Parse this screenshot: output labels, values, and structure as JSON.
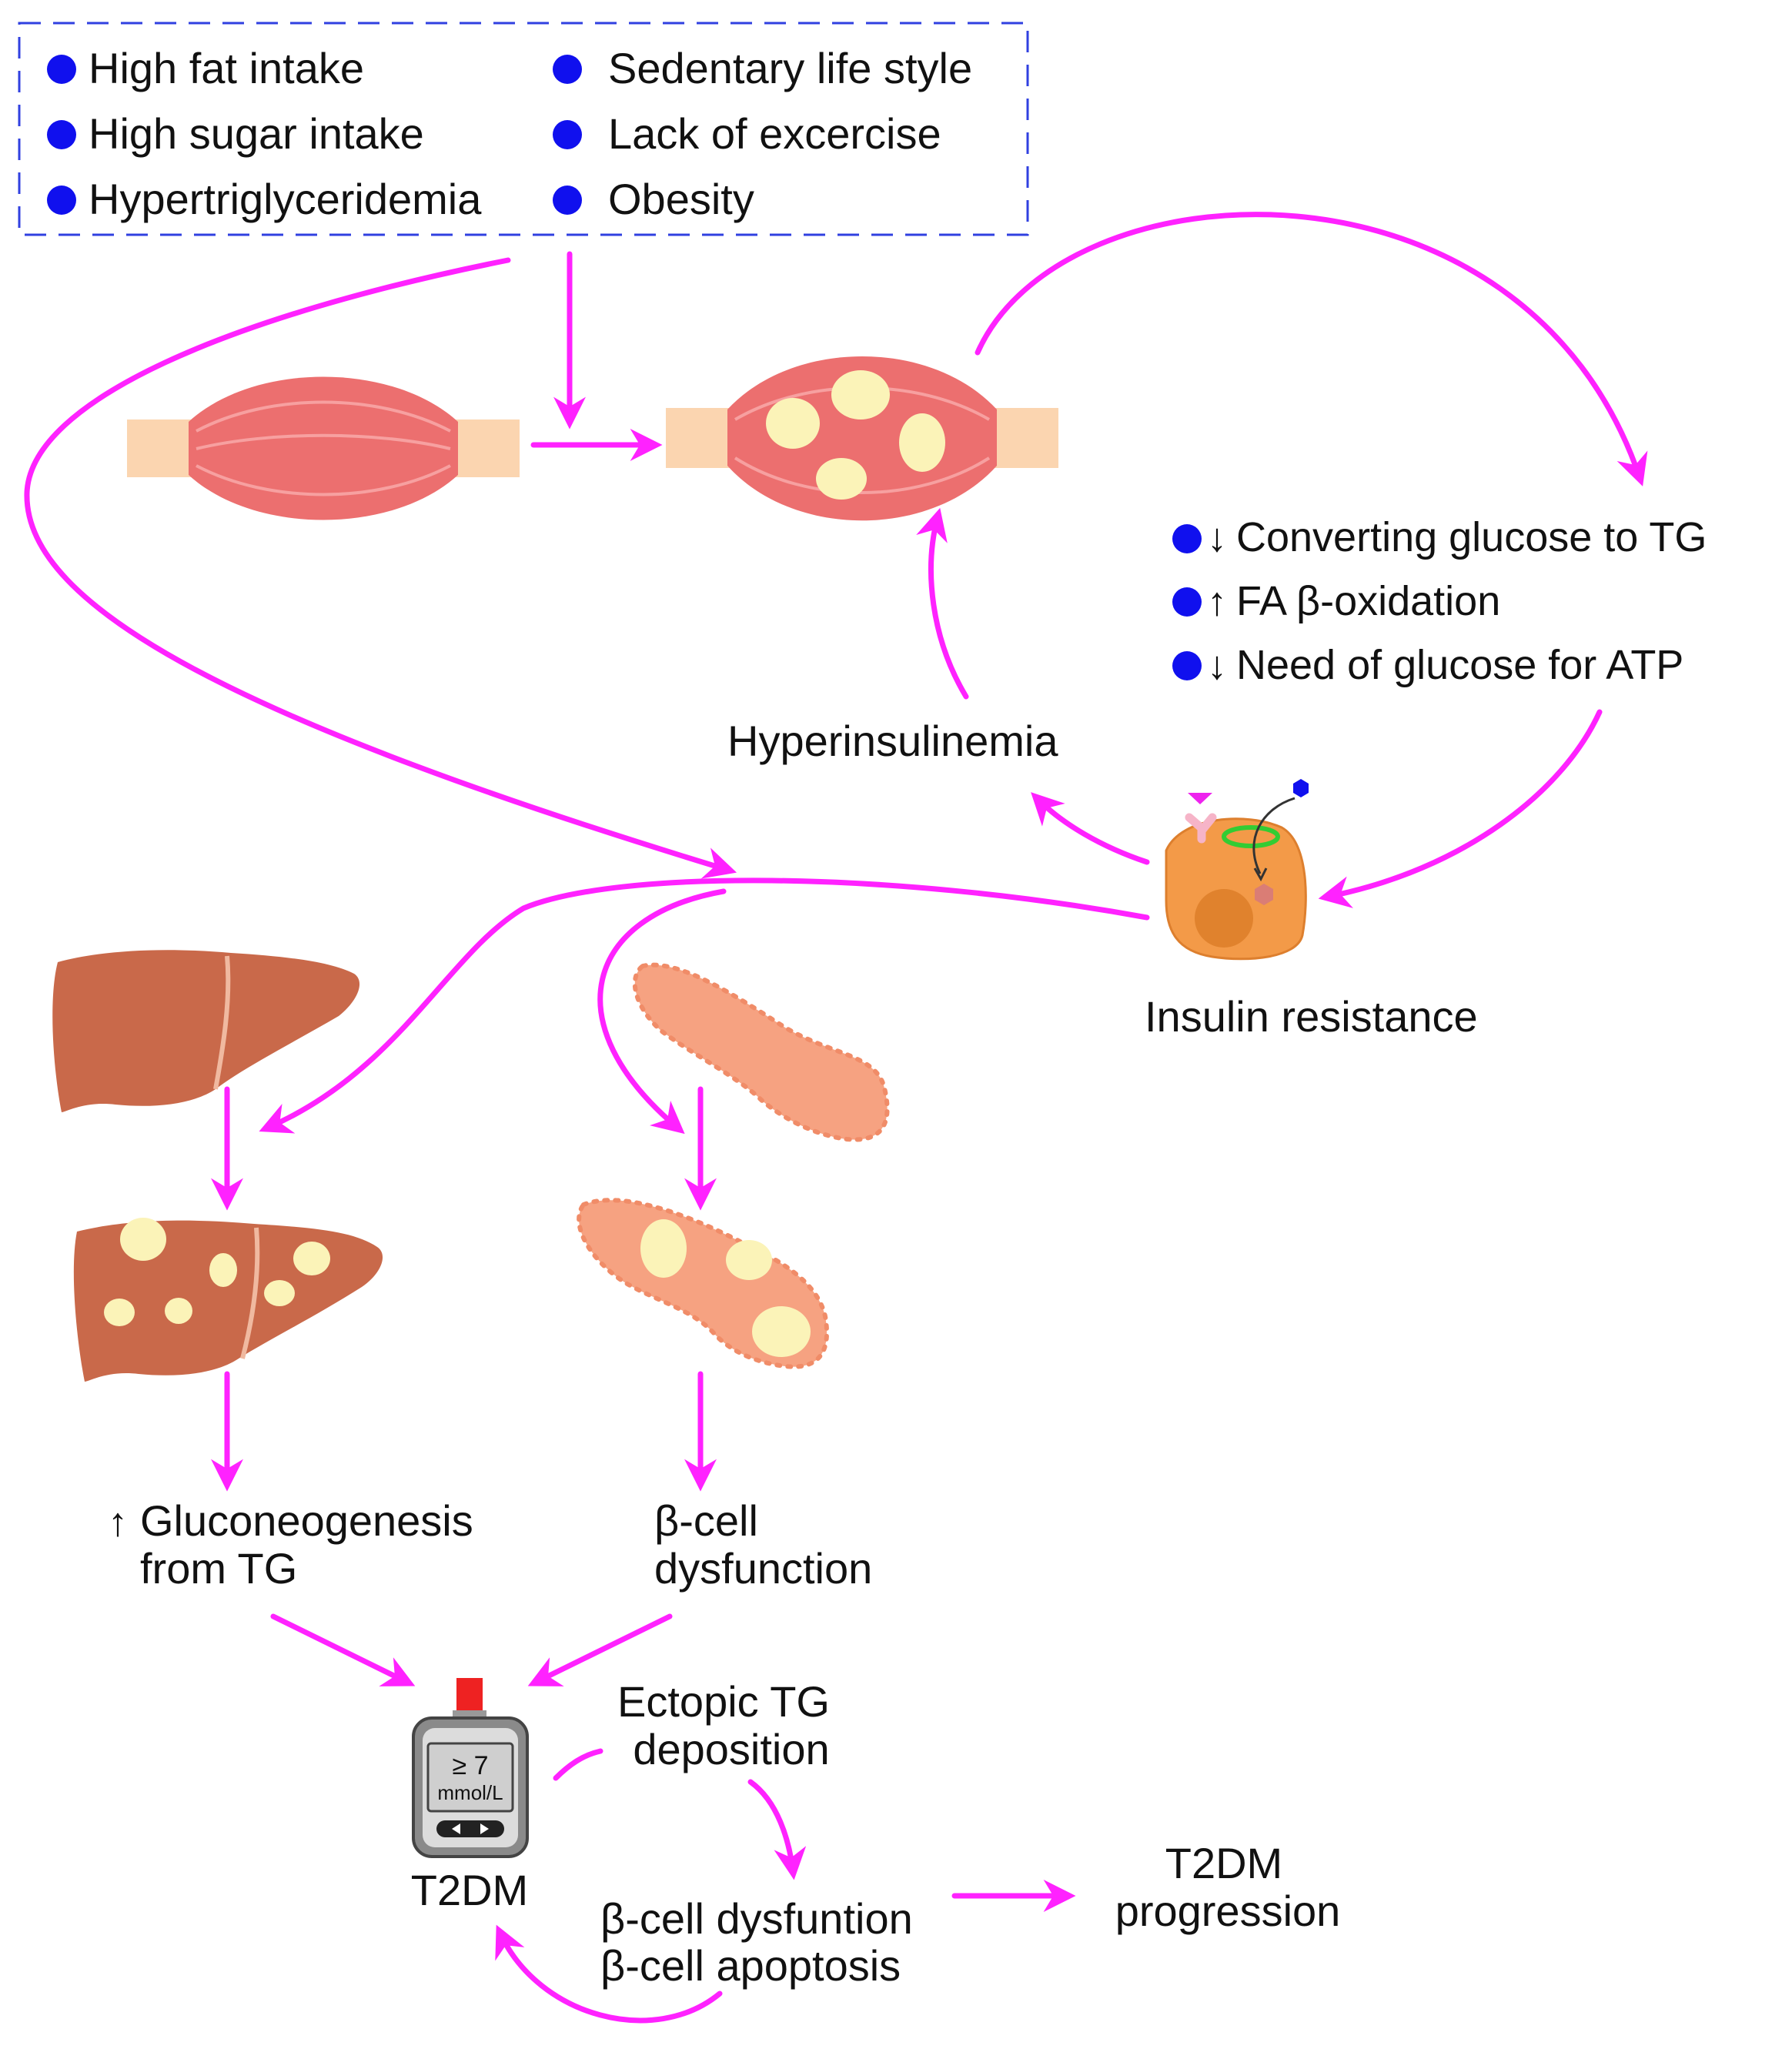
{
  "colors": {
    "arrow": "#ff22ff",
    "bullet": "#1010ee",
    "box_border": "#3040e0",
    "text": "#111111",
    "muscle": "#ec6f6f",
    "tendon": "#fbd5b0",
    "liver": "#c9694a",
    "pancreas": "#f6a281",
    "fat": "#fbf3b8",
    "cell": "#f39a48",
    "meter_screen": "#cfcfcf",
    "meter_light": "#ee2222"
  },
  "risk_factors": {
    "left": [
      "High fat intake",
      "High sugar intake",
      "Hypertriglyceridemia"
    ],
    "right": [
      "Sedentary life style",
      "Lack of excercise",
      "Obesity"
    ]
  },
  "muscle_effects": [
    {
      "arrow": "↓",
      "text": "Converting glucose to TG"
    },
    {
      "arrow": "↑",
      "text": "FA β-oxidation"
    },
    {
      "arrow": "↓",
      "text": "Need of glucose for ATP"
    }
  ],
  "labels": {
    "hyperinsulinemia": "Hyperinsulinemia",
    "insulin_resistance": "Insulin resistance",
    "gluconeogenesis_arrow": "↑",
    "gluconeogenesis_line1": "Gluconeogenesis",
    "gluconeogenesis_line2": "from TG",
    "beta_dysfunction_line1": "β-cell",
    "beta_dysfunction_line2": "dysfunction",
    "ectopic_line1": "Ectopic TG",
    "ectopic_line2": "deposition",
    "beta_apoptosis_line1": "β-cell dysfuntion",
    "beta_apoptosis_line2": "β-cell apoptosis",
    "t2dm": "T2DM",
    "progression_line1": "T2DM",
    "progression_line2": "progression"
  },
  "glucose_meter": {
    "reading": "≥ 7",
    "unit": "mmol/L"
  }
}
